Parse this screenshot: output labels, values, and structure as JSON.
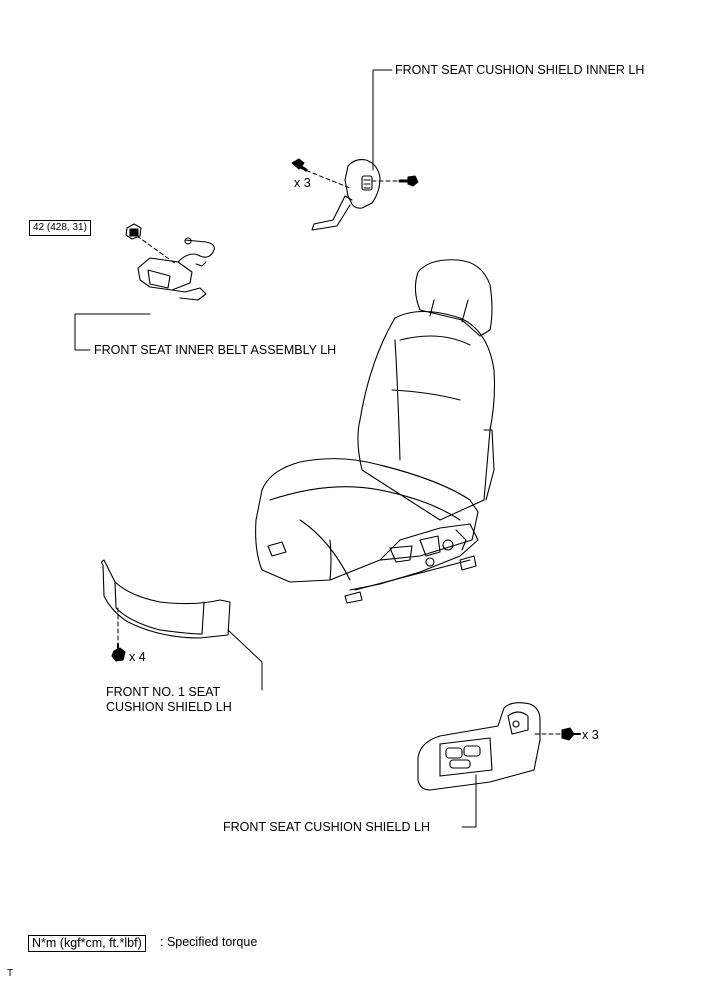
{
  "labels": {
    "shield_inner": "FRONT SEAT CUSHION SHIELD INNER LH",
    "inner_belt": "FRONT SEAT INNER BELT ASSEMBLY LH",
    "no1_shield_line1": "FRONT NO. 1 SEAT",
    "no1_shield_line2": "CUSHION SHIELD LH",
    "shield": "FRONT SEAT CUSHION SHIELD LH"
  },
  "quantities": {
    "inner_screws": "x 3",
    "no1_screws": "x 4",
    "shield_screws": "x 3"
  },
  "torque": {
    "belt_bolt": "42 (428, 31)"
  },
  "legend": {
    "box_text": "N*m (kgf*cm, ft.*lbf)",
    "description": ": Specified torque"
  },
  "corner_mark": "T"
}
